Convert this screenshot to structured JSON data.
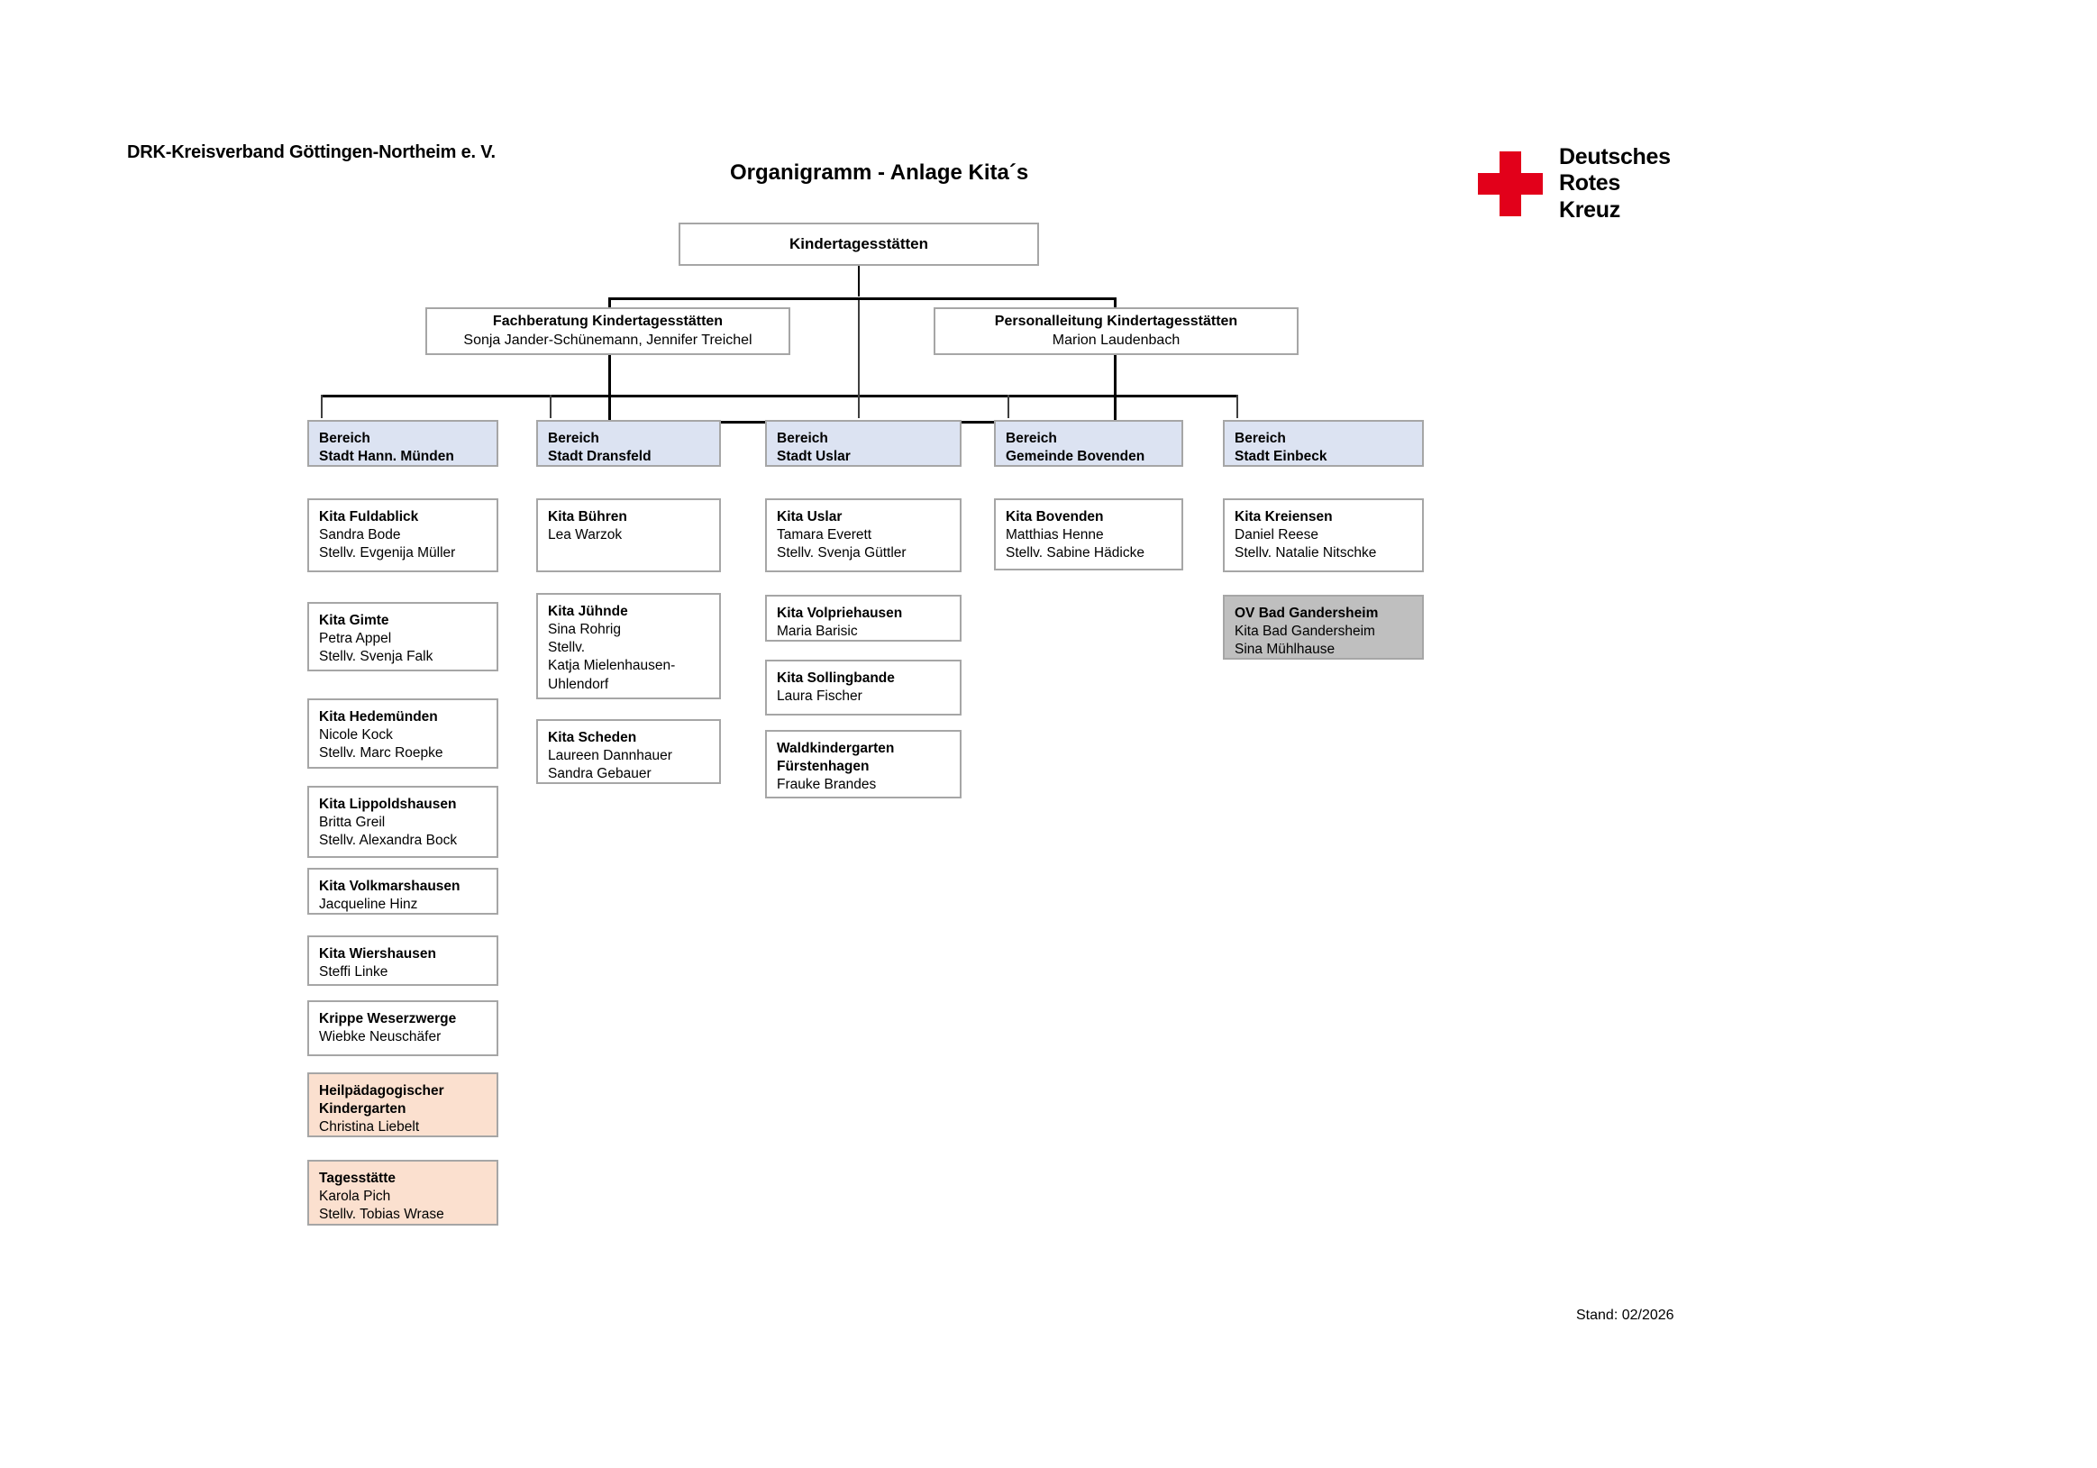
{
  "header": {
    "association": "DRK-Kreisverband Göttingen-Northeim e. V.",
    "title": "Organigramm - Anlage Kita´s",
    "logo": {
      "line1": "Deutsches",
      "line2": "Rotes",
      "line3": "Kreuz",
      "cross_color": "#e2001a"
    }
  },
  "footer": {
    "stand": "Stand: 02/2026"
  },
  "colors": {
    "region_fill": "#dce3f2",
    "special_fill": "#fbe0cf",
    "gray_fill": "#bfbfbf",
    "box_border": "#a6a6a6",
    "connector": "#000000"
  },
  "top": {
    "root": {
      "title": "Kindertagesstätten"
    },
    "second_level": [
      {
        "title": "Fachberatung Kindertagesstätten",
        "people": [
          "Sonja Jander-Schünemann, Jennifer Treichel"
        ]
      },
      {
        "title": "Personalleitung Kindertagesstätten",
        "people": [
          "Marion Laudenbach"
        ]
      }
    ]
  },
  "regions": [
    {
      "label_line1": "Bereich",
      "label_line2": "Stadt Hann. Münden",
      "units": [
        {
          "title": "Kita Fuldablick",
          "title2": "",
          "people": [
            "Sandra Bode",
            "Stellv. Evgenija Müller"
          ],
          "style": "plain"
        },
        {
          "title": "Kita Gimte",
          "title2": "",
          "people": [
            "Petra Appel",
            "Stellv. Svenja Falk"
          ],
          "style": "plain"
        },
        {
          "title": "Kita Hedemünden",
          "title2": "",
          "people": [
            "Nicole Kock",
            "Stellv. Marc Roepke"
          ],
          "style": "plain"
        },
        {
          "title": "Kita Lippoldshausen",
          "title2": "",
          "people": [
            "Britta Greil",
            "Stellv. Alexandra Bock"
          ],
          "style": "plain"
        },
        {
          "title": "Kita Volkmarshausen",
          "title2": "",
          "people": [
            "Jacqueline Hinz"
          ],
          "style": "plain"
        },
        {
          "title": "Kita Wiershausen",
          "title2": "",
          "people": [
            "Steffi Linke"
          ],
          "style": "plain"
        },
        {
          "title": "Krippe Weserzwerge",
          "title2": "",
          "people": [
            "Wiebke Neuschäfer"
          ],
          "style": "plain"
        },
        {
          "title": "Heilpädagogischer",
          "title2": "Kindergarten",
          "people": [
            "Christina Liebelt"
          ],
          "style": "special"
        },
        {
          "title": "Tagesstätte",
          "title2": "",
          "people": [
            "Karola Pich",
            "Stellv. Tobias Wrase"
          ],
          "style": "special"
        }
      ]
    },
    {
      "label_line1": "Bereich",
      "label_line2": "Stadt Dransfeld",
      "units": [
        {
          "title": "Kita Bühren",
          "title2": "",
          "people": [
            "Lea Warzok"
          ],
          "style": "plain"
        },
        {
          "title": "Kita Jühnde",
          "title2": "",
          "people": [
            "Sina Rohrig",
            "Stellv.",
            "Katja Mielenhausen-",
            "Uhlendorf"
          ],
          "style": "plain"
        },
        {
          "title": "Kita Scheden",
          "title2": "",
          "people": [
            "Laureen Dannhauer",
            "Sandra Gebauer"
          ],
          "style": "plain"
        }
      ]
    },
    {
      "label_line1": "Bereich",
      "label_line2": "Stadt Uslar",
      "units": [
        {
          "title": "Kita Uslar",
          "title2": "",
          "people": [
            "Tamara Everett",
            "Stellv. Svenja Güttler"
          ],
          "style": "plain"
        },
        {
          "title": "Kita Volpriehausen",
          "title2": "",
          "people": [
            "Maria Barisic"
          ],
          "style": "plain"
        },
        {
          "title": "Kita Sollingbande",
          "title2": "",
          "people": [
            "Laura Fischer"
          ],
          "style": "plain"
        },
        {
          "title": "Waldkindergarten",
          "title2": "Fürstenhagen",
          "people": [
            "Frauke Brandes"
          ],
          "style": "plain"
        }
      ]
    },
    {
      "label_line1": "Bereich",
      "label_line2": "Gemeinde Bovenden",
      "units": [
        {
          "title": "Kita Bovenden",
          "title2": "",
          "people": [
            "Matthias Henne",
            "Stellv. Sabine Hädicke"
          ],
          "style": "plain"
        }
      ]
    },
    {
      "label_line1": "Bereich",
      "label_line2": "Stadt Einbeck",
      "units": [
        {
          "title": "Kita Kreiensen",
          "title2": "",
          "people": [
            "Daniel Reese",
            "Stellv. Natalie Nitschke"
          ],
          "style": "plain"
        },
        {
          "title": "OV Bad Gandersheim",
          "title2": "",
          "people": [
            "Kita Bad Gandersheim",
            "Sina Mühlhause"
          ],
          "style": "gray"
        }
      ]
    }
  ]
}
